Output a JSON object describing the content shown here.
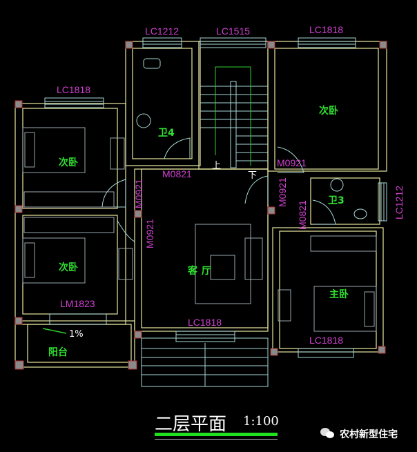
{
  "drawing": {
    "title": "二层平面",
    "scale": "1:100",
    "watermark": "农村新型住宅",
    "watermark_icon": "wechat-icon"
  },
  "windows": {
    "top_bath": "LC1212",
    "top_stair": "LC1515",
    "top_right_bedroom": "LC1818",
    "left_bedroom": "LC1818",
    "right_bath": "LC1212",
    "living": "LC1818",
    "master": "LC1818",
    "balcony_door": "LM1823"
  },
  "doors": {
    "bath4": "M0821",
    "right_bedroom": "M0921",
    "left_upper_bedroom": "M0921",
    "left_lower_bedroom": "M0921",
    "master": "M0921",
    "bath3": "M0821"
  },
  "rooms": {
    "left_upper_bedroom": "次卧",
    "bath4": "卫4",
    "right_bedroom": "次卧",
    "bath3": "卫3",
    "left_lower_bedroom": "次卧",
    "living": "客厅",
    "master": "主卧",
    "balcony": "阳台"
  },
  "stair": {
    "up": "上",
    "down": "下"
  },
  "slope": "1%",
  "colors": {
    "wall": "#e8e8a0",
    "label": "#30e030",
    "tag": "#d040d0",
    "background": "#000000"
  }
}
